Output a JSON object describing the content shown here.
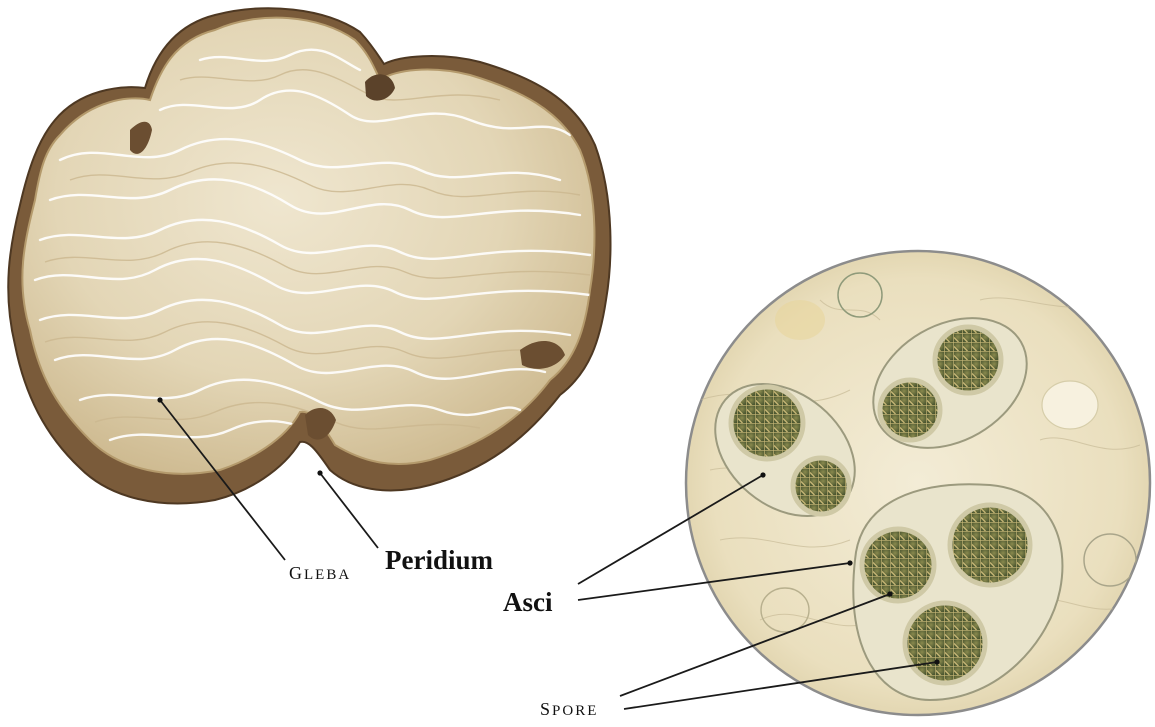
{
  "labels": {
    "gleba": "Gleba",
    "peridium": "Peridium",
    "asci": "Asci",
    "spore": "Spore"
  },
  "colors": {
    "peridium": "#7a5b3a",
    "gleba_fill": "#e6dcc2",
    "vein": "#ffffff",
    "micro_bg": "#efe7cf",
    "ascus_wall": "#cfc9a6",
    "spore_fill": "#5f6a3a",
    "spore_net": "#c9b978",
    "leader": "#1a1a1a"
  }
}
